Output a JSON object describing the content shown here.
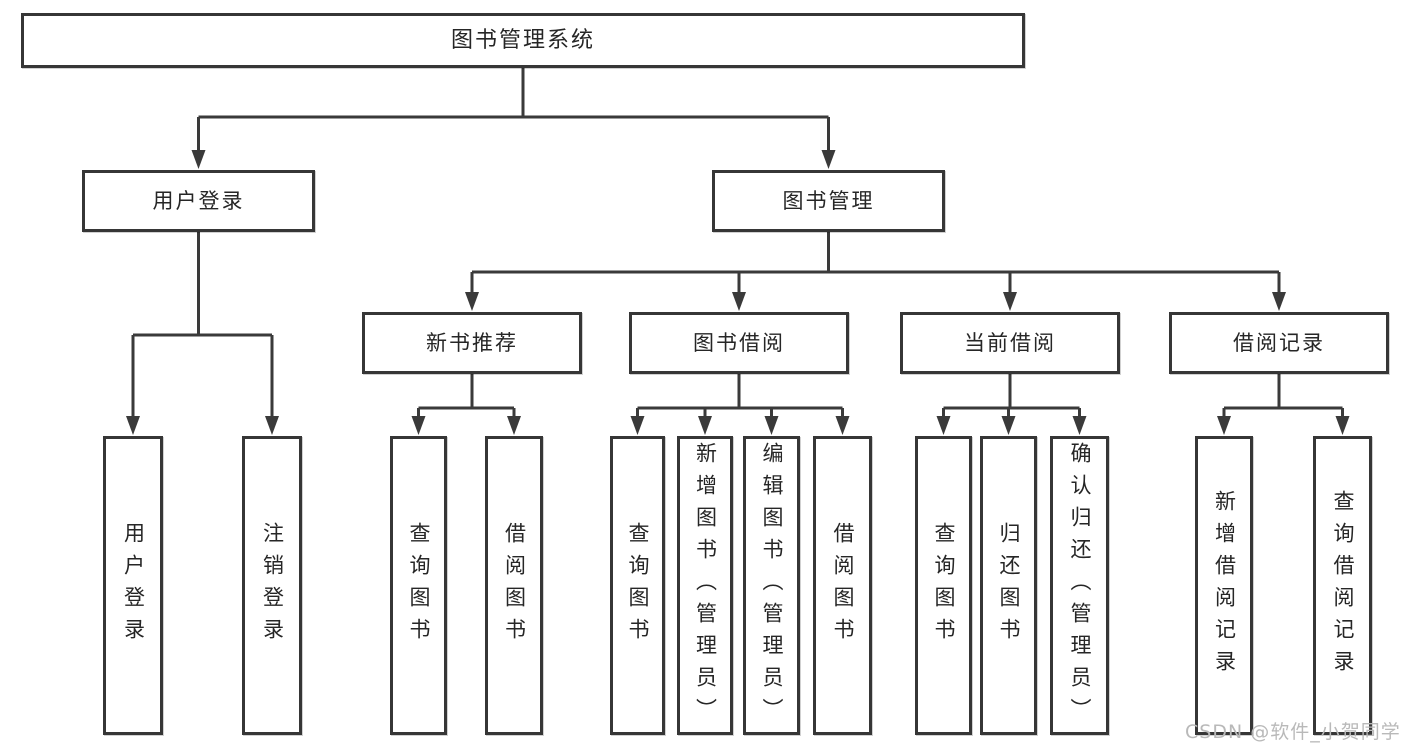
{
  "diagram": {
    "root": {
      "label": "图书管理系统"
    },
    "branches": [
      {
        "label": "用户登录",
        "children": [
          {
            "label": "用户登录"
          },
          {
            "label": "注销登录"
          }
        ]
      },
      {
        "label": "图书管理",
        "groups": [
          {
            "label": "新书推荐",
            "children": [
              {
                "label": "查询图书"
              },
              {
                "label": "借阅图书"
              }
            ]
          },
          {
            "label": "图书借阅",
            "children": [
              {
                "label": "查询图书"
              },
              {
                "label": "新增图书（管理员）"
              },
              {
                "label": "编辑图书（管理员）"
              },
              {
                "label": "借阅图书"
              }
            ]
          },
          {
            "label": "当前借阅",
            "children": [
              {
                "label": "查询图书"
              },
              {
                "label": "归还图书"
              },
              {
                "label": "确认归还（管理员）"
              }
            ]
          },
          {
            "label": "借阅记录",
            "children": [
              {
                "label": "新增借阅记录"
              },
              {
                "label": "查询借阅记录"
              }
            ]
          }
        ]
      }
    ],
    "colors": {
      "line": "#3a3a3a",
      "box_border": "#363636",
      "text": "#262626",
      "watermark": "#b9b9b9",
      "background": "#ffffff"
    }
  },
  "watermark": {
    "text": "CSDN @软件_小贺同学"
  }
}
